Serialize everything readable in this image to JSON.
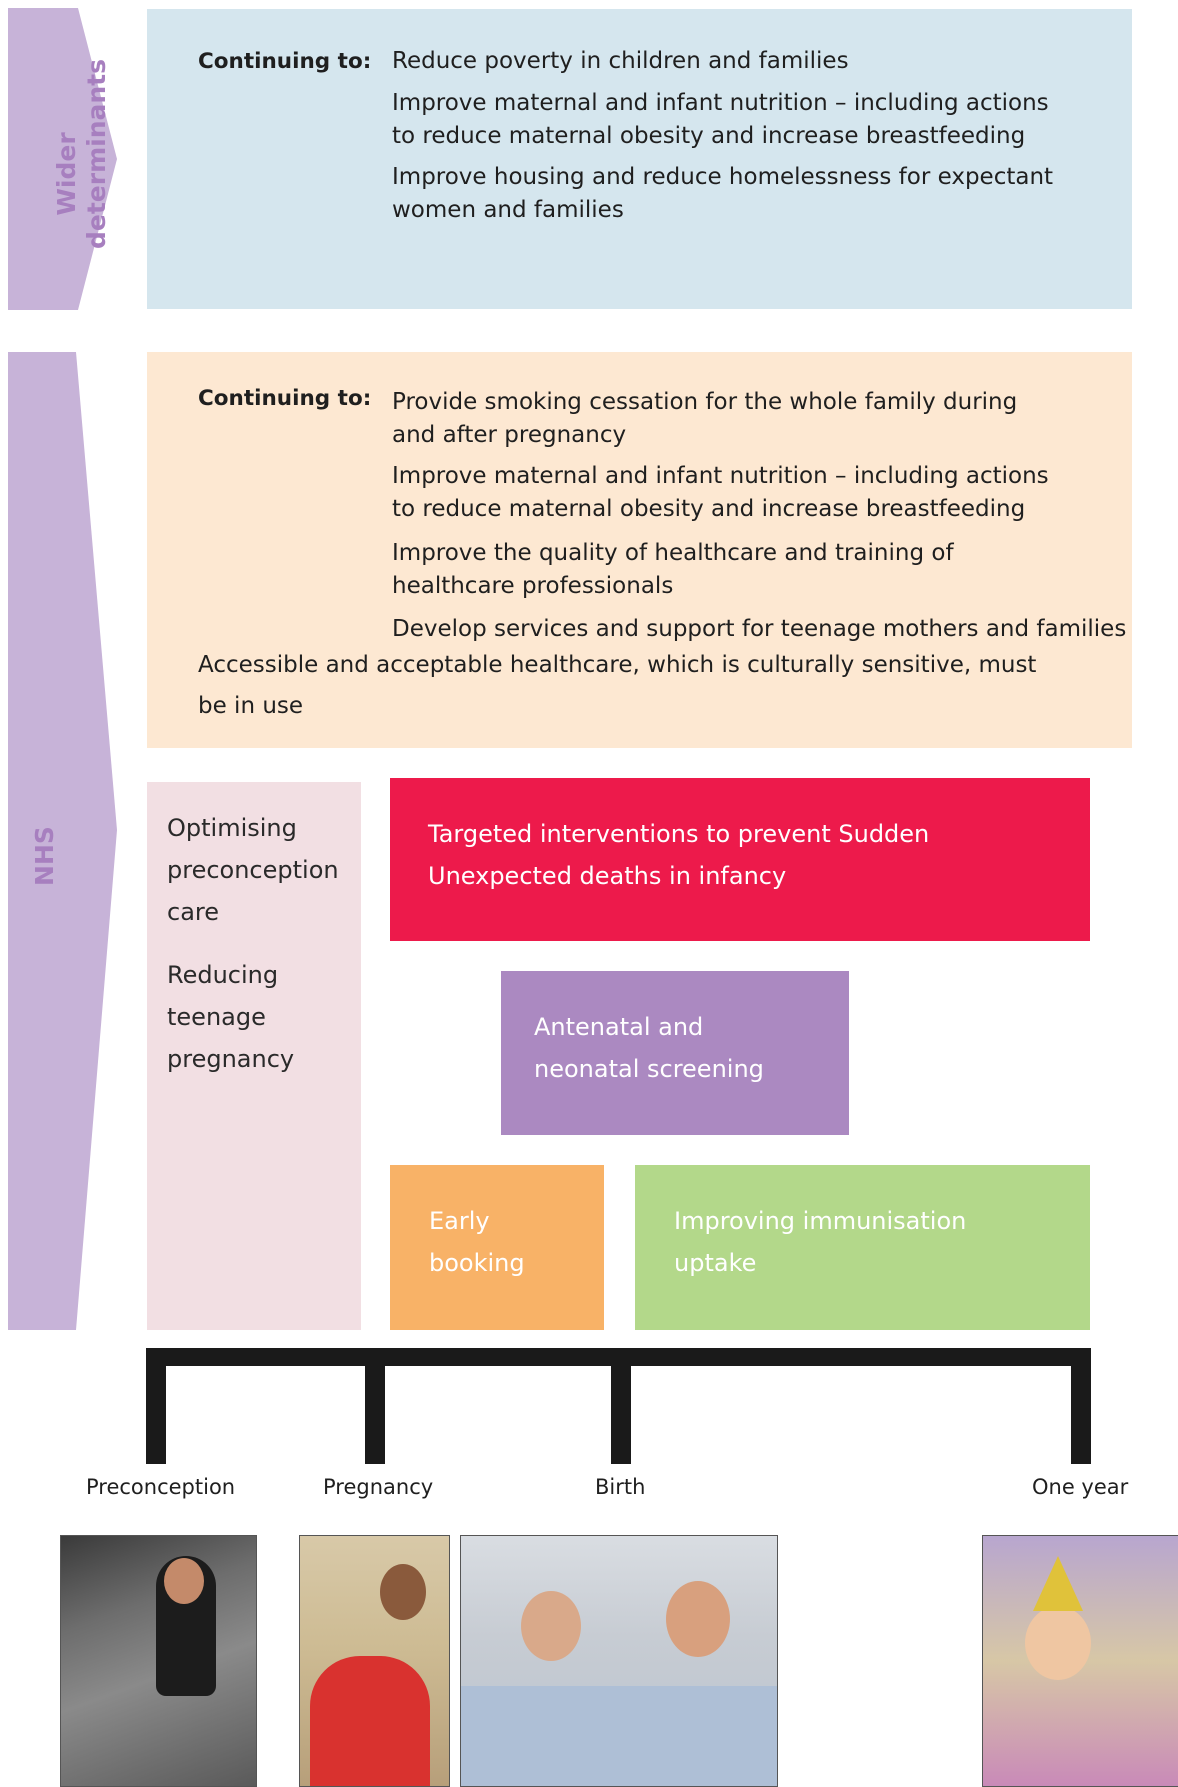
{
  "bands": {
    "wider": {
      "label_line1": "Wider",
      "label_line2": "determinants",
      "color": "#c7b3d8",
      "text_color": "#a77fbf"
    },
    "nhs": {
      "label": "NHS"
    }
  },
  "wider_panel": {
    "label": "Continuing to:",
    "items": [
      "Reduce poverty in children and families",
      "Improve maternal and infant nutrition – including actions\nto reduce maternal obesity and increase breastfeeding",
      "Improve housing and reduce homelessness for expectant\nwomen and families"
    ],
    "color": "#d5e6ee"
  },
  "nhs_panel": {
    "label": "Continuing  to:",
    "items": [
      "Provide smoking cessation for the whole family during\nand after pregnancy",
      "Improve maternal and infant nutrition – including actions\nto reduce maternal obesity and increase breastfeeding",
      "Improve the quality of healthcare and training of\nhealthcare professionals",
      "Develop services and support for teenage mothers and families"
    ],
    "note": "Accessible and acceptable healthcare, which is culturally sensitive, must\nbe in use",
    "color": "#fde8d2"
  },
  "boxes": {
    "preconception": {
      "text1": "Optimising\npreconception\ncare",
      "text2": "Reducing\nteenage\npregnancy",
      "color": "#f2dfe3"
    },
    "sudden_deaths": {
      "text": "Targeted interventions to prevent Sudden\nUnexpected deaths in infancy",
      "color": "#ed1a4b"
    },
    "screening": {
      "text": "Antenatal and\nneonatal screening",
      "color": "#ab89c1"
    },
    "early_booking": {
      "text": "Early\nbooking",
      "color": "#f8b267"
    },
    "immunisation": {
      "text": "Improving immunisation\nuptake",
      "color": "#b3d88a"
    }
  },
  "timeline": {
    "labels": [
      "Preconception",
      "Pregnancy",
      "Birth",
      "One year"
    ]
  }
}
